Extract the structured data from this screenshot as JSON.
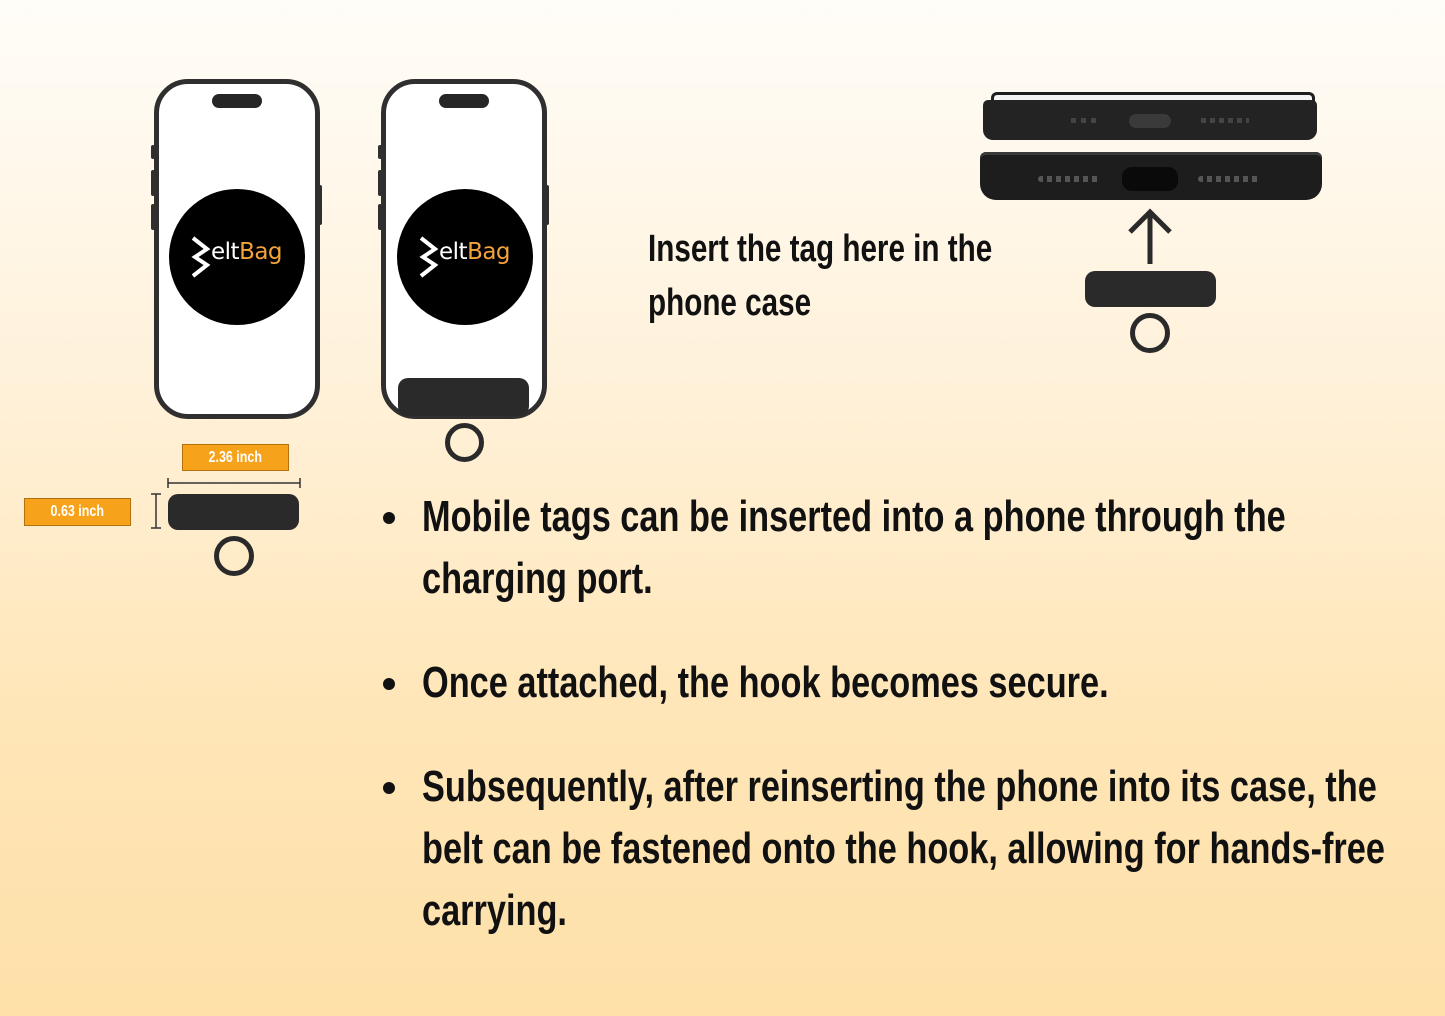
{
  "brand": {
    "logo_prefix": "elt",
    "logo_accent": "Bag",
    "accent_color": "#f4a23a"
  },
  "dimensions": {
    "width_label": "2.36 inch",
    "height_label": "0.63 inch",
    "label_color": "#f7a21b"
  },
  "caption": {
    "line1": "Insert the tag here in the",
    "line2": "phone case"
  },
  "bullets": [
    {
      "lines": [
        "Mobile tags can be inserted into a phone through the",
        "charging port."
      ]
    },
    {
      "lines": [
        "Once attached, the hook becomes secure."
      ]
    },
    {
      "lines": [
        "Subsequently, after reinserting the phone into its case, the",
        "belt can be fastened onto the hook, allowing for hands-free",
        "carrying."
      ]
    }
  ],
  "icons": {
    "arrow": "arrow-up-icon",
    "tag": "mobile-tag-icon",
    "ring": "ring-icon"
  }
}
